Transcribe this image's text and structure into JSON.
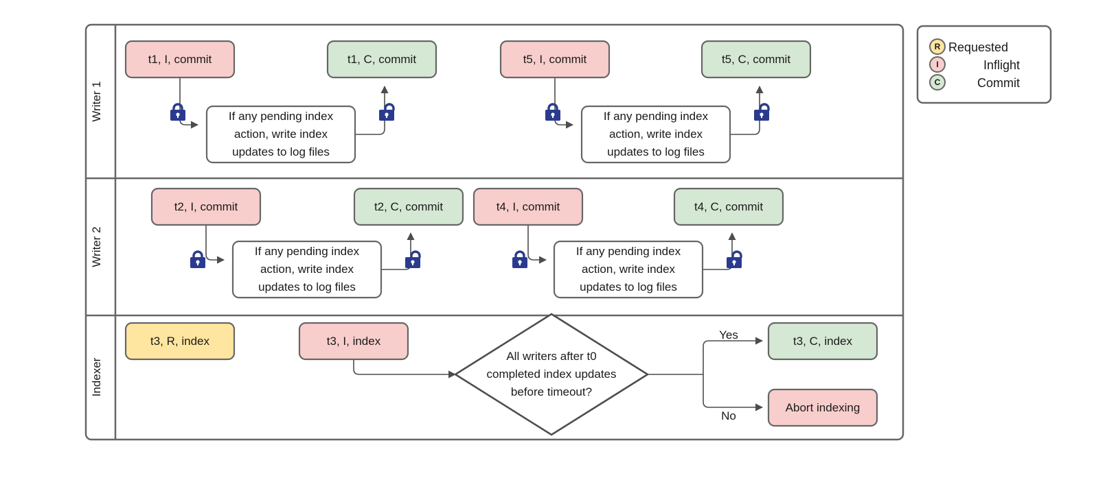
{
  "diagram": {
    "title": "Writer / Indexer lane flowchart",
    "type": "swimlane-flowchart",
    "colors": {
      "inflight_fill": "#f8cecc",
      "inflight_stroke": "#b85450",
      "commit_fill": "#d5e8d4",
      "commit_stroke": "#82b366",
      "requested_fill": "#ffe6a0",
      "requested_stroke": "#d6b656",
      "note_fill": "#ffffff",
      "note_stroke": "#666666",
      "lane_stroke": "#666666",
      "edge_stroke": "#4d4d4d",
      "lock_fill": "#2a3b8f",
      "text": "#1a1a1a"
    }
  },
  "lanes": [
    {
      "id": "writer1",
      "label": "Writer 1"
    },
    {
      "id": "writer2",
      "label": "Writer 2"
    },
    {
      "id": "indexer",
      "label": "Indexer"
    }
  ],
  "nodes": {
    "w1_t1_inflight": {
      "label": "t1, I, commit",
      "state": "inflight"
    },
    "w1_t1_commit": {
      "label": "t1, C, commit",
      "state": "commit"
    },
    "w1_t5_inflight": {
      "label": "t5, I, commit",
      "state": "inflight"
    },
    "w1_t5_commit": {
      "label": "t5, C, commit",
      "state": "commit"
    },
    "w2_t2_inflight": {
      "label": "t2, I, commit",
      "state": "inflight"
    },
    "w2_t2_commit": {
      "label": "t2, C, commit",
      "state": "commit"
    },
    "w2_t4_inflight": {
      "label": "t4, I, commit",
      "state": "inflight"
    },
    "w2_t4_commit": {
      "label": "t4, C, commit",
      "state": "commit"
    },
    "ix_t3_requested": {
      "label": "t3, R, index",
      "state": "requested"
    },
    "ix_t3_inflight": {
      "label": "t3, I, index",
      "state": "inflight"
    },
    "ix_t3_commit": {
      "label": "t3, C, index",
      "state": "commit"
    },
    "ix_abort": {
      "label": "Abort indexing",
      "state": "inflight"
    }
  },
  "notes": {
    "write_index_updates": {
      "lines": [
        "If any pending index",
        "action, write index",
        "updates to log files"
      ]
    }
  },
  "decision": {
    "lines": [
      "All writers after t0",
      "completed index updates",
      "before timeout?"
    ],
    "branches": {
      "yes": "Yes",
      "no": "No"
    }
  },
  "icons": {
    "lock_closed": "lock-closed-icon",
    "lock_open": "lock-open-icon"
  },
  "legend": {
    "items": [
      {
        "badge": "R",
        "label": "Requested",
        "fill": "#ffe6a0",
        "stroke": "#666666"
      },
      {
        "badge": "I",
        "label": "Inflight",
        "fill": "#f8cecc",
        "stroke": "#666666"
      },
      {
        "badge": "C",
        "label": "Commit",
        "fill": "#d5e8d4",
        "stroke": "#666666"
      }
    ]
  }
}
